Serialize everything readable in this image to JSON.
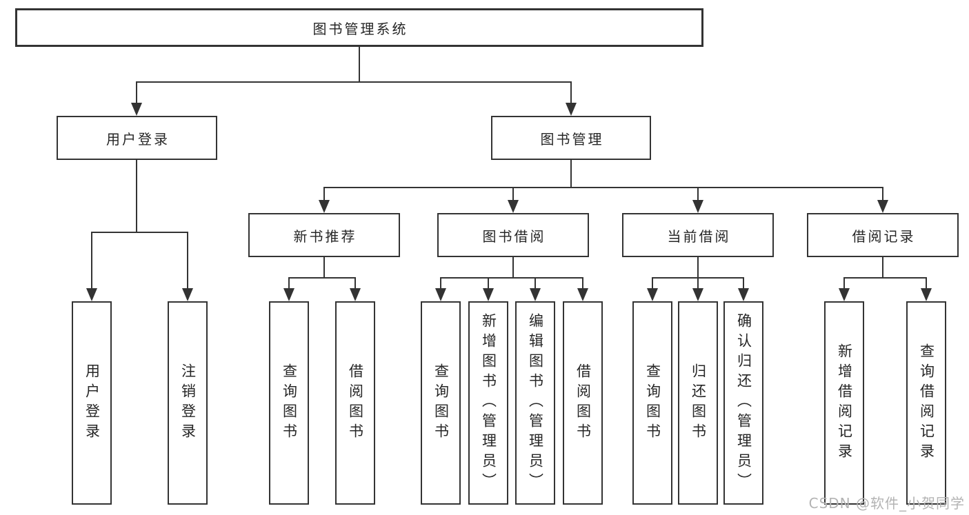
{
  "tree": {
    "root": "图书管理系统",
    "user_login": {
      "label": "用户登录",
      "children": [
        "用户登录",
        "注销登录"
      ]
    },
    "book_management": {
      "label": "图书管理",
      "children": [
        {
          "label": "新书推荐",
          "children": [
            "查询图书",
            "借阅图书"
          ]
        },
        {
          "label": "图书借阅",
          "children": [
            "查询图书",
            "新增图书（管理员）",
            "编辑图书（管理员）",
            "借阅图书"
          ]
        },
        {
          "label": "当前借阅",
          "children": [
            "查询图书",
            "归还图书",
            "确认归还（管理员）"
          ]
        },
        {
          "label": "借阅记录",
          "children": [
            "新增借阅记录",
            "查询借阅记录"
          ]
        }
      ]
    }
  },
  "watermark": "CSDN @软件_小贺同学",
  "colors": {
    "line": "#333333",
    "box_border": "#333333",
    "text": "#262626",
    "background": "#ffffff",
    "watermark": "#b3b3b3"
  }
}
